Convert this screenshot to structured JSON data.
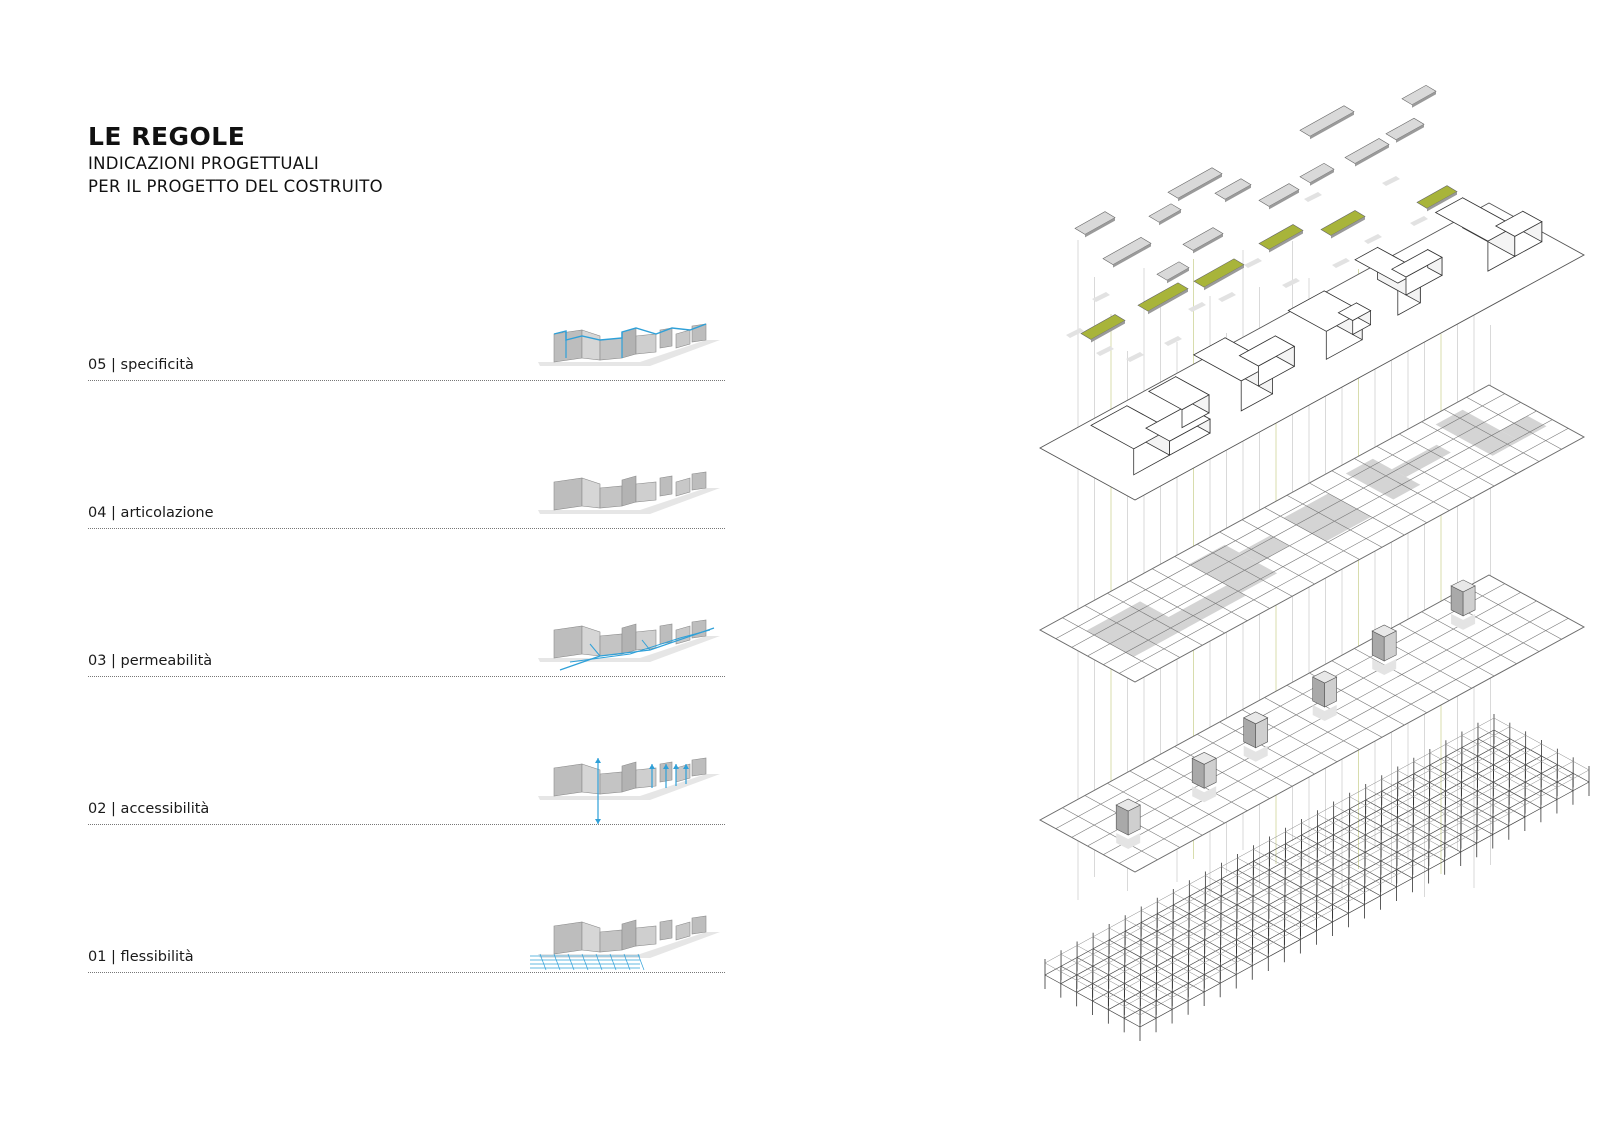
{
  "header": {
    "title": "LE REGOLE",
    "subtitle_line1": "INDICAZIONI PROGETTUALI",
    "subtitle_line2": "PER IL PROGETTO DEL COSTRUITO"
  },
  "rules": [
    {
      "number": "05",
      "name": "specificità",
      "label": "05 | specificità",
      "overlay": "blue-outline"
    },
    {
      "number": "04",
      "name": "articolazione",
      "label": "04 | articolazione",
      "overlay": "none"
    },
    {
      "number": "03",
      "name": "permeabilità",
      "label": "03 | permeabilità",
      "overlay": "blue-paths"
    },
    {
      "number": "02",
      "name": "accessibilità",
      "label": "02 | accessibilità",
      "overlay": "blue-arrows"
    },
    {
      "number": "01",
      "name": "flessibilità",
      "label": "01 | flessibilità",
      "overlay": "blue-grid"
    }
  ],
  "colors": {
    "accent_green": "#a8b43a",
    "accent_blue": "#2fa0d8",
    "massing_gray": "#bdbdbd",
    "line_gray": "#666666"
  },
  "diagram": {
    "layers": [
      "structural-lattice",
      "grid-with-cores",
      "grid-with-footprints",
      "building-volumes",
      "floating-roofs"
    ]
  }
}
